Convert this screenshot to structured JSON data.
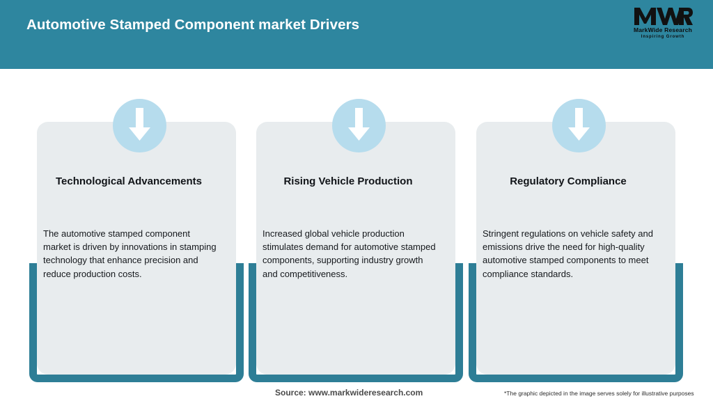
{
  "header": {
    "title": "Automotive Stamped Component market Drivers",
    "background_color": "#2e869f",
    "title_color": "#ffffff",
    "logo": {
      "mark": "MWR",
      "name": "MarkWide Research",
      "tagline": "Inspiring Growth"
    }
  },
  "theme": {
    "page_background": "#ffffff",
    "card_background": "#e8ecee",
    "bracket_color": "#2e7e96",
    "icon_circle_color": "#b6dced",
    "icon_arrow_color": "#ffffff",
    "title_text_color": "#111418",
    "body_text_color": "#15181c"
  },
  "cards": [
    {
      "icon": "arrow-down-icon",
      "title": "Technological Advancements",
      "body": "The automotive stamped component market is driven by innovations in stamping technology that enhance precision and reduce production costs."
    },
    {
      "icon": "arrow-down-icon",
      "title": "Rising Vehicle Production",
      "body": "Increased global vehicle production stimulates demand for automotive stamped components, supporting industry growth and competitiveness."
    },
    {
      "icon": "arrow-down-icon",
      "title": "Regulatory Compliance",
      "body": "Stringent regulations on vehicle safety and emissions drive the need for high-quality automotive stamped components to meet compliance standards."
    }
  ],
  "footer": {
    "source": "Source: www.markwideresearch.com",
    "disclaimer": "*The graphic depicted in the image serves solely for illustrative purposes"
  }
}
